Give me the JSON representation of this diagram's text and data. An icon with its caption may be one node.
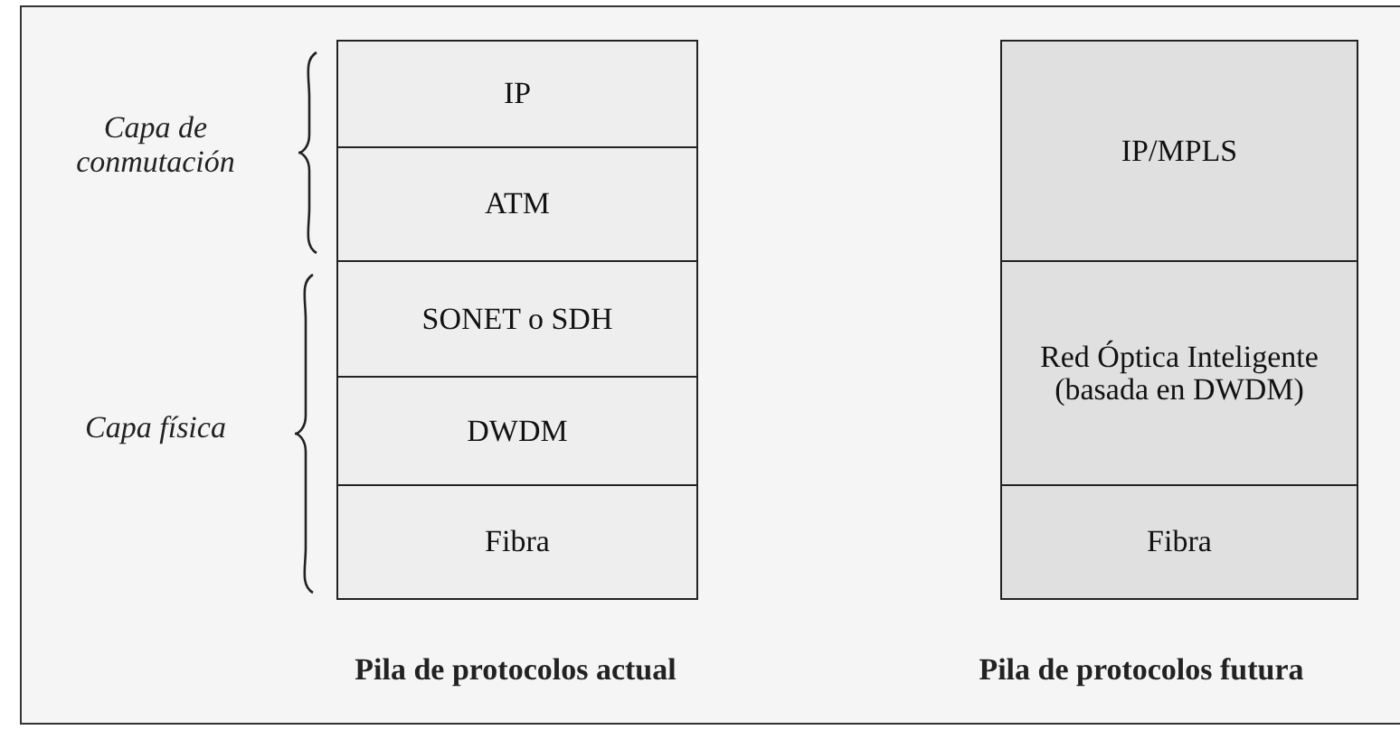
{
  "diagram": {
    "nodes": [
      {
        "text": [
          "IP"
        ]
      },
      {
        "text": [
          "ATM"
        ]
      },
      {
        "text": [
          "SONET o SDH"
        ]
      },
      {
        "text": [
          "DWDM"
        ]
      },
      {
        "text": [
          "Fibra"
        ]
      },
      {
        "text": [
          "IP/MPLS"
        ]
      },
      {
        "text": [
          "Red Óptica Inteligente (basada en DWDM)"
        ]
      },
      {
        "text": [
          "Fibra"
        ]
      }
    ],
    "labels": [
      "Capa de conmutación",
      "Capa física",
      "Pila de protocolos actual",
      "Pila de protocolos futura"
    ]
  }
}
